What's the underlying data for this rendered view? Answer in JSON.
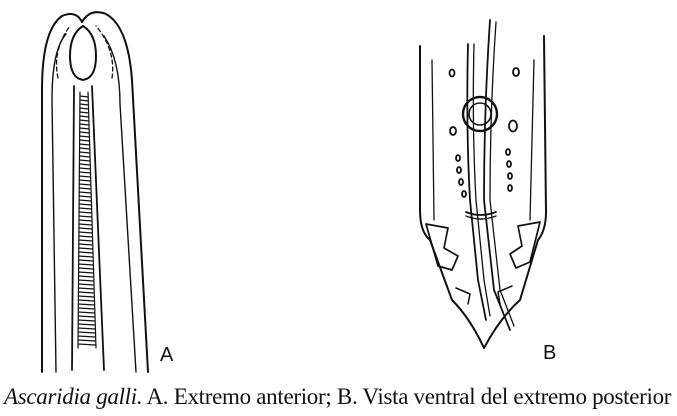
{
  "figure": {
    "panel_a_label": "A",
    "panel_b_label": "B"
  },
  "caption": {
    "species": "Ascaridia galli.",
    "text": " A. Extremo anterior; B. Vista ventral del extremo posterior"
  },
  "colors": {
    "ink": "#111111",
    "background": "#ffffff"
  }
}
